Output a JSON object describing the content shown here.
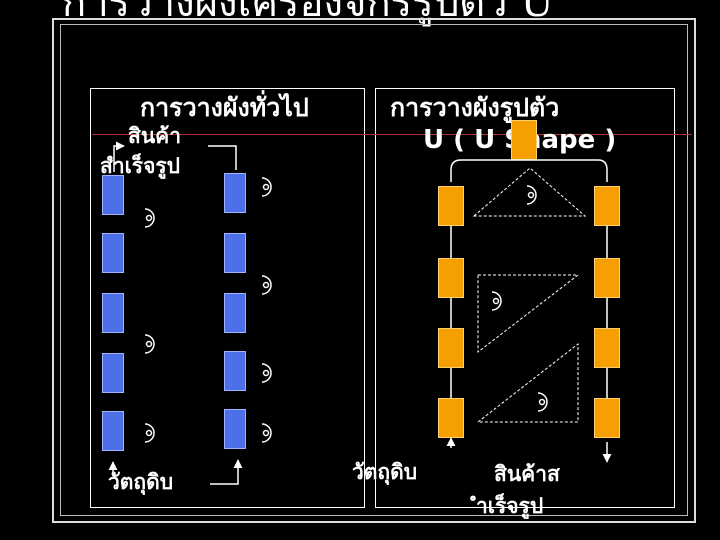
{
  "slide": {
    "title": "การวางผังเครื่องจักรรูปตัว U"
  },
  "left_panel": {
    "title": "การวางผังทั่วไป",
    "finished_label_line1": "สินค้า",
    "finished_label_line2": "สำเร็จรูป",
    "input_label": "วัตถุดิบ"
  },
  "right_panel": {
    "title": "การวางผังรูปตัว",
    "title_line2": "U ( U Shape )",
    "input_label": "วัตถุดิบ",
    "finished_label_line1": "สินค้าส",
    "finished_label_line2": "ำเร็จรูป"
  },
  "colors": {
    "blue_machine": "#4d6fe8",
    "orange_machine": "#f5a000",
    "frame": "#ffffff",
    "red_rule": "#b03030"
  },
  "icons": {
    "worker": "worker-icon",
    "arrow": "arrow-icon"
  }
}
